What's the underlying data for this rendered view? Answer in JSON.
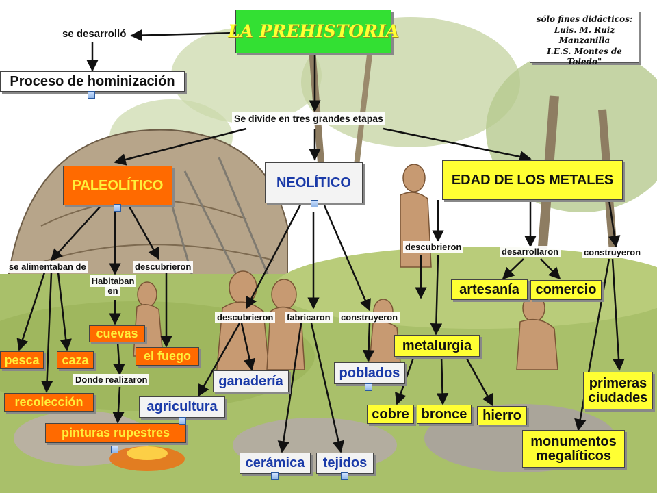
{
  "credit": {
    "line1": "sólo fines didácticos:",
    "line2": "Luis. M. Ruiz Manzanilla",
    "line3": "I.E.S. Montes de Toledo\""
  },
  "title": "LA PREHISTORIA",
  "links": {
    "se_desarrollo": "se desarrolló",
    "se_divide": "Se divide en tres grandes etapas",
    "pal_alimentaban": "se alimentaban de",
    "pal_habitaban": [
      "Habitaban",
      "en"
    ],
    "pal_descubrieron": "descubrieron",
    "pal_donde": "Donde realizaron",
    "neo_descubrieron": "descubrieron",
    "neo_fabricaron": "fabricaron",
    "neo_construyeron": "construyeron",
    "met_descubrieron": "descubrieron",
    "met_desarrollaron": "desarrollaron",
    "met_construyeron": "construyeron"
  },
  "nodes": {
    "hominizacion": "Proceso de hominización",
    "paleolitico": "PALEOLÍTICO",
    "neolitico": "NEOLÍTICO",
    "metales": "EDAD DE LOS METALES",
    "pesca": "pesca",
    "caza": "caza",
    "recoleccion": "recolección",
    "cuevas": "cuevas",
    "fuego": "el fuego",
    "pinturas": "pinturas rupestres",
    "ganaderia": "ganadería",
    "agricultura": "agricultura",
    "ceramica": "cerámica",
    "tejidos": "tejidos",
    "poblados": "poblados",
    "metalurgia": "metalurgia",
    "cobre": "cobre",
    "bronce": "bronce",
    "hierro": "hierro",
    "artesania": "artesanía",
    "comercio": "comercio",
    "ciudades": [
      "primeras",
      "ciudades"
    ],
    "monumentos": [
      "monumentos",
      "megalíticos"
    ]
  },
  "colors": {
    "title_bg": "#33e033",
    "title_text": "#ffff33",
    "orange": "#ff6a00",
    "orange_text": "#ffef3a",
    "yellow": "#ffff33",
    "blue_text": "#1a3aa8",
    "sky": "#ffffff",
    "grass": "#a9c06a"
  },
  "icons": [
    "image-link-icon",
    "tree-icon",
    "hut-icon",
    "people-illustration"
  ]
}
